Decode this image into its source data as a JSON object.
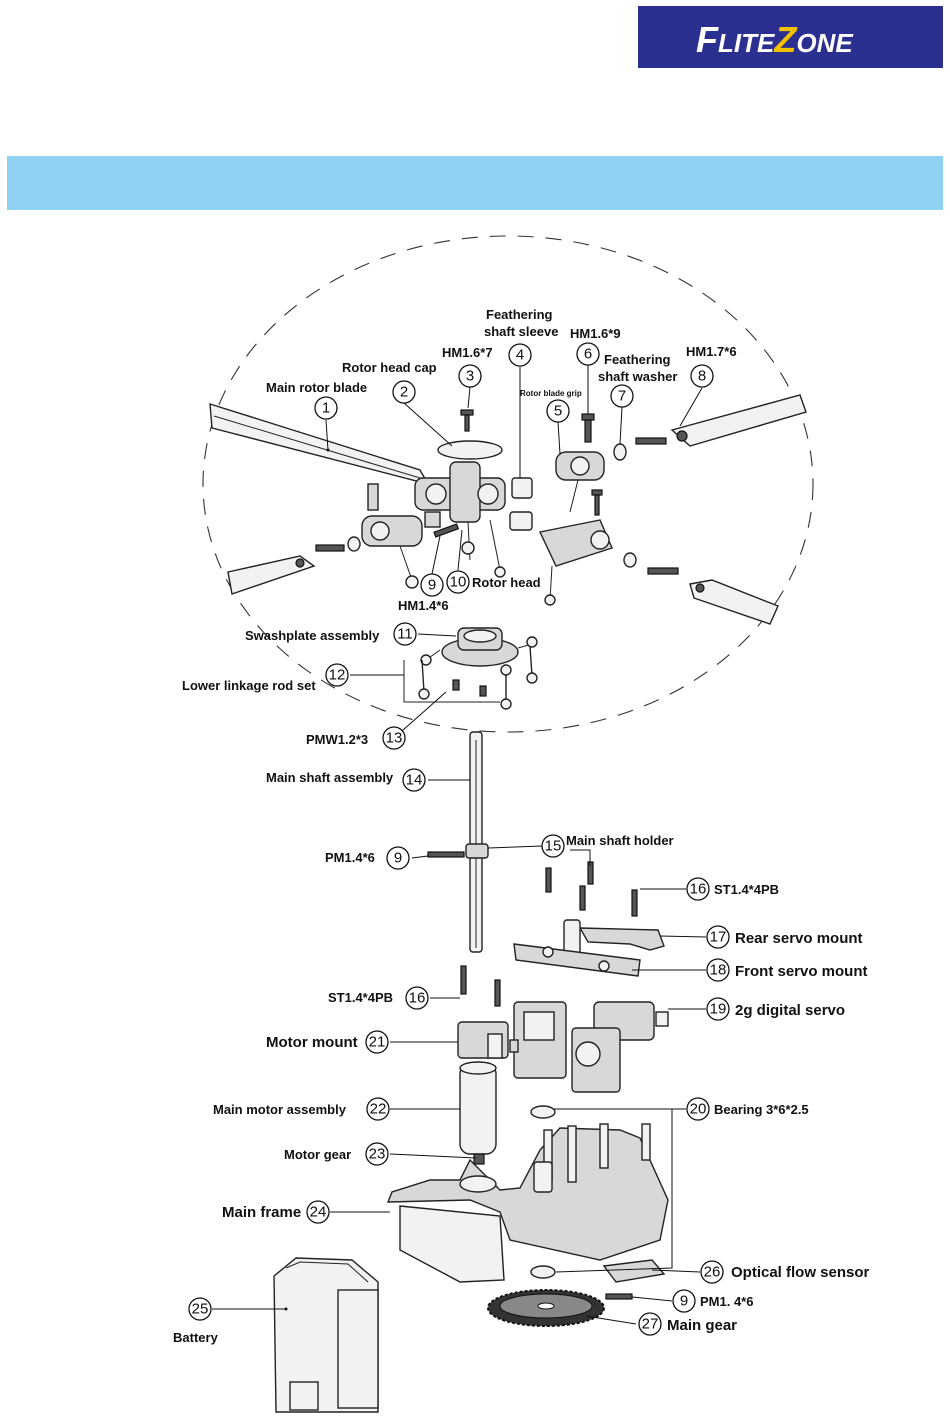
{
  "brand": {
    "flite_f": "F",
    "flite_rest": "LITE",
    "zone_z": "Z",
    "zone_rest": "ONE",
    "text_color": "#ffffff",
    "accent": "#f2c200",
    "bg": "#2b2f8f"
  },
  "band": {
    "color": "#8ed1f0"
  },
  "callouts": {
    "c1": {
      "num": "1",
      "label": "Main rotor blade"
    },
    "c2": {
      "num": "2",
      "label": "Rotor head cap"
    },
    "c3": {
      "num": "3",
      "label": "HM1.6*7"
    },
    "c4": {
      "num": "4",
      "label1": "Feathering",
      "label2": "shaft sleeve"
    },
    "c5": {
      "num": "5",
      "label": "Rotor blade grip"
    },
    "c6": {
      "num": "6",
      "label": "HM1.6*9"
    },
    "c7": {
      "num": "7",
      "label1": "Feathering",
      "label2": "shaft washer"
    },
    "c8": {
      "num": "8",
      "label": "HM1.7*6"
    },
    "c9a": {
      "num": "9",
      "label": "HM1.4*6"
    },
    "c10": {
      "num": "10",
      "label": "Rotor head"
    },
    "c11": {
      "num": "11",
      "label": "Swashplate assembly"
    },
    "c12": {
      "num": "12",
      "label": "Lower linkage rod set"
    },
    "c13": {
      "num": "13",
      "label": "PMW1.2*3"
    },
    "c14": {
      "num": "14",
      "label": "Main shaft assembly"
    },
    "c9b": {
      "num": "9",
      "label": "PM1.4*6"
    },
    "c15": {
      "num": "15",
      "label": "Main shaft holder"
    },
    "c16a": {
      "num": "16",
      "label": "ST1.4*4PB"
    },
    "c17": {
      "num": "17",
      "label": "Rear servo mount"
    },
    "c18": {
      "num": "18",
      "label": "Front servo mount"
    },
    "c16b": {
      "num": "16",
      "label": "ST1.4*4PB"
    },
    "c19": {
      "num": "19",
      "label": "2g digital servo"
    },
    "c21": {
      "num": "21",
      "label": "Motor mount"
    },
    "c22": {
      "num": "22",
      "label": "Main motor assembly"
    },
    "c20": {
      "num": "20",
      "label": "Bearing 3*6*2.5"
    },
    "c23": {
      "num": "23",
      "label": "Motor gear"
    },
    "c24": {
      "num": "24",
      "label": "Main frame"
    },
    "c26": {
      "num": "26",
      "label": "Optical flow sensor"
    },
    "c25": {
      "num": "25",
      "label": "Battery"
    },
    "c9c": {
      "num": "9",
      "label": "PM1. 4*6"
    },
    "c27": {
      "num": "27",
      "label": "Main gear"
    }
  }
}
